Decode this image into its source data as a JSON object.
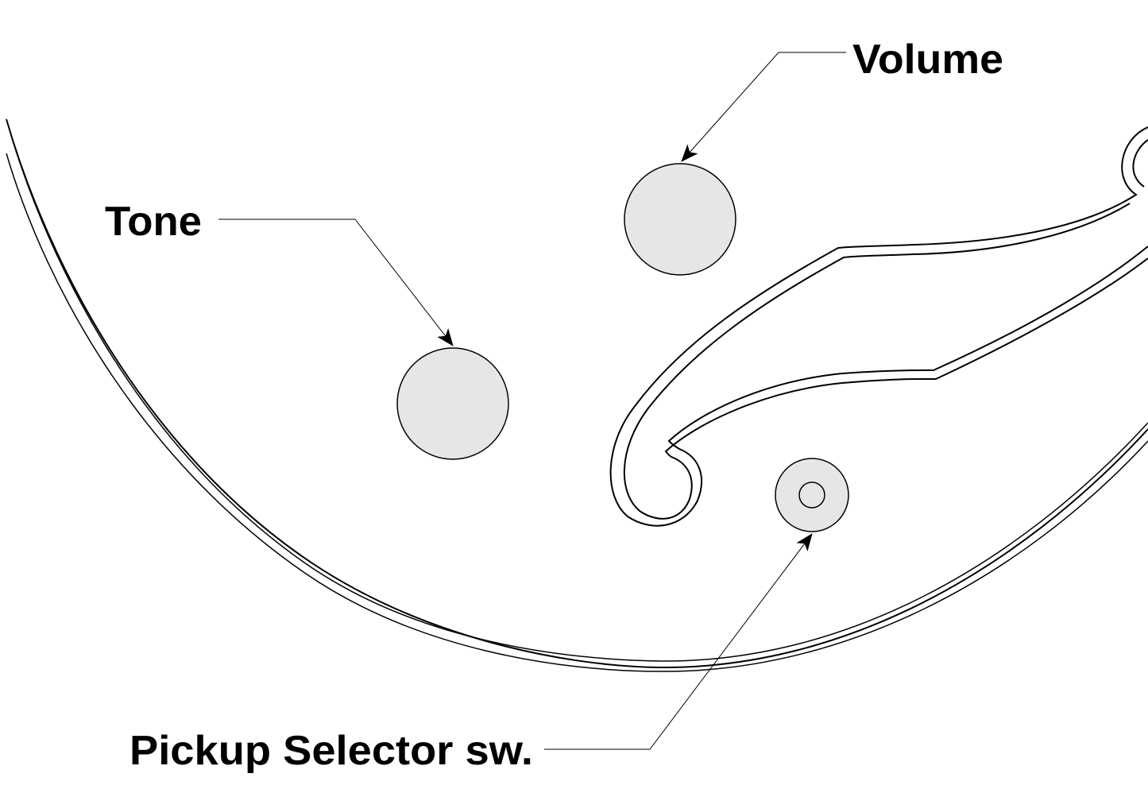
{
  "labels": {
    "volume": "Volume",
    "tone": "Tone",
    "pickup_selector": "Pickup Selector sw."
  },
  "components": [
    {
      "id": "volume-knob",
      "label_ref": "volume"
    },
    {
      "id": "tone-knob",
      "label_ref": "tone"
    },
    {
      "id": "pickup-selector-switch",
      "label_ref": "pickup_selector"
    }
  ],
  "colors": {
    "outline": "#000000",
    "knob_fill": "#e6e6e6",
    "background": "#ffffff"
  }
}
